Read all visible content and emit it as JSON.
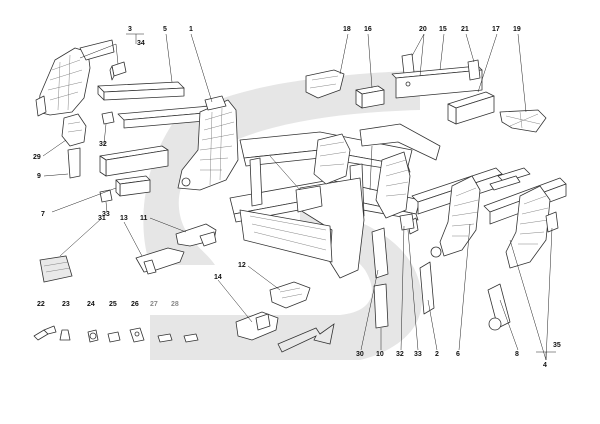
{
  "diagram": {
    "labels": [
      {
        "id": "l3",
        "text": "3"
      },
      {
        "id": "l34",
        "text": "34"
      },
      {
        "id": "l5",
        "text": "5"
      },
      {
        "id": "l1",
        "text": "1"
      },
      {
        "id": "l18",
        "text": "18"
      },
      {
        "id": "l16",
        "text": "16"
      },
      {
        "id": "l20",
        "text": "20"
      },
      {
        "id": "l15",
        "text": "15"
      },
      {
        "id": "l21",
        "text": "21"
      },
      {
        "id": "l17",
        "text": "17"
      },
      {
        "id": "l19",
        "text": "19"
      },
      {
        "id": "l32a",
        "text": "32"
      },
      {
        "id": "l29",
        "text": "29"
      },
      {
        "id": "l9",
        "text": "9"
      },
      {
        "id": "l7",
        "text": "7"
      },
      {
        "id": "l33a",
        "text": "33"
      },
      {
        "id": "l31",
        "text": "31"
      },
      {
        "id": "l13",
        "text": "13"
      },
      {
        "id": "l11",
        "text": "11"
      },
      {
        "id": "l12",
        "text": "12"
      },
      {
        "id": "l14",
        "text": "14"
      },
      {
        "id": "l22",
        "text": "22"
      },
      {
        "id": "l23",
        "text": "23"
      },
      {
        "id": "l24",
        "text": "24"
      },
      {
        "id": "l25",
        "text": "25"
      },
      {
        "id": "l26",
        "text": "26"
      },
      {
        "id": "l27",
        "text": "27",
        "greyed": true
      },
      {
        "id": "l28",
        "text": "28",
        "greyed": true
      },
      {
        "id": "l30",
        "text": "30"
      },
      {
        "id": "l10",
        "text": "10"
      },
      {
        "id": "l32b",
        "text": "32"
      },
      {
        "id": "l33b",
        "text": "33"
      },
      {
        "id": "l2",
        "text": "2"
      },
      {
        "id": "l6",
        "text": "6"
      },
      {
        "id": "l8",
        "text": "8"
      },
      {
        "id": "l35",
        "text": "35"
      },
      {
        "id": "l4",
        "text": "4"
      }
    ],
    "colors": {
      "ink": "#333333",
      "watermark": "#e6e6e6"
    }
  }
}
